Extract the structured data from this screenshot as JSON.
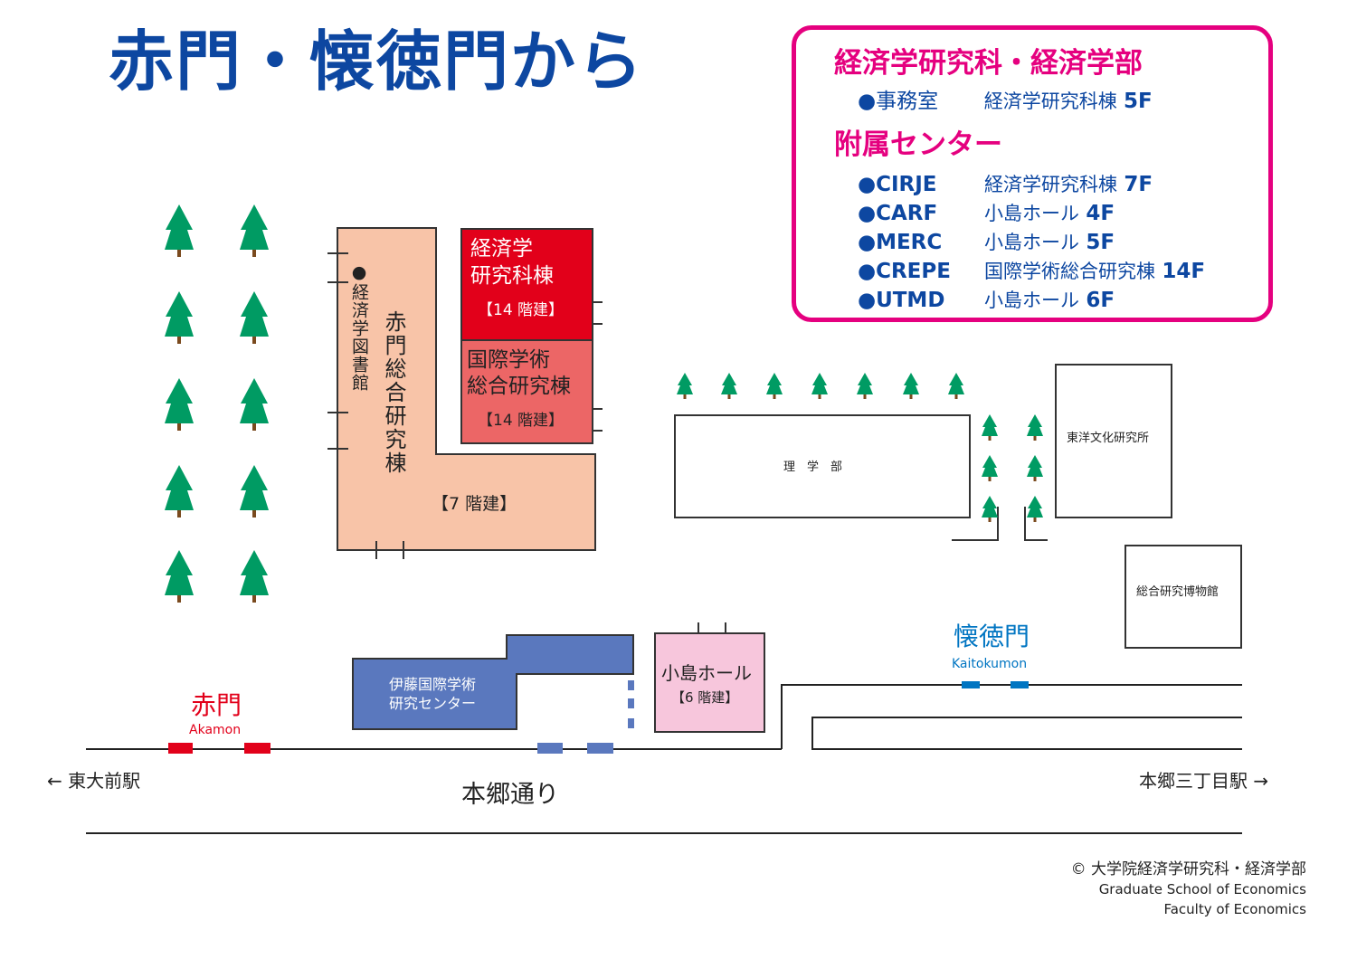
{
  "title": "赤門・懐徳門から",
  "legend": {
    "heading_econ": "経済学研究科・経済学部",
    "office": {
      "name": "●事務室",
      "location": "経済学研究科棟",
      "floor": "5F"
    },
    "heading_center": "附属センター",
    "centers": [
      {
        "name": "●CIRJE",
        "location": "経済学研究科棟",
        "floor": "7F"
      },
      {
        "name": "●CARF",
        "location": "小島ホール",
        "floor": "4F"
      },
      {
        "name": "●MERC",
        "location": "小島ホール",
        "floor": "5F"
      },
      {
        "name": "●CREPE",
        "location": "国際学術総合研究棟",
        "floor": "14F"
      },
      {
        "name": "●UTMD",
        "location": "小島ホール",
        "floor": "6F"
      }
    ]
  },
  "buildings": {
    "akamon_sogo": {
      "name": "赤門総合研究棟",
      "floors": "【7 階建】",
      "color": "#f8c4a8"
    },
    "econ_library": {
      "name": "●経済学図書館"
    },
    "econ_building": {
      "name_line1": "経済学",
      "name_line2": "研究科棟",
      "floors": "【14 階建】",
      "color": "#e2001a"
    },
    "kokusai": {
      "name_line1": "国際学術",
      "name_line2": "総合研究棟",
      "floors": "【14 階建】",
      "color": "#ec6666"
    },
    "rigakubu": {
      "name": "理　学　部"
    },
    "toyo_bunka": {
      "name": "東洋文化研究所"
    },
    "museum": {
      "name": "総合研究博物館"
    },
    "ito": {
      "name_line1": "伊藤国際学術",
      "name_line2": "研究センター",
      "color": "#5a78be"
    },
    "kojima": {
      "name": "小島ホール",
      "floors": "【6 階建】",
      "color": "#f7c6dc"
    }
  },
  "gates": {
    "akamon": {
      "name": "赤門",
      "romaji": "Akamon",
      "color": "#e2001a"
    },
    "kaitokumon": {
      "name": "懐徳門",
      "romaji": "Kaitokumon",
      "color": "#0075c2"
    }
  },
  "streets": {
    "hongo_dori": "本郷通り",
    "left_station": "← 東大前駅",
    "right_station": "本郷三丁目駅 →"
  },
  "credit": {
    "line1": "© 大学院経済学研究科・経済学部",
    "line2": "Graduate School of Economics",
    "line3": "Faculty of Economics"
  },
  "colors": {
    "tree": "#009b63",
    "trunk": "#7a4a1e",
    "accent_blue": "#0d47a1",
    "accent_pink": "#e5007f"
  }
}
